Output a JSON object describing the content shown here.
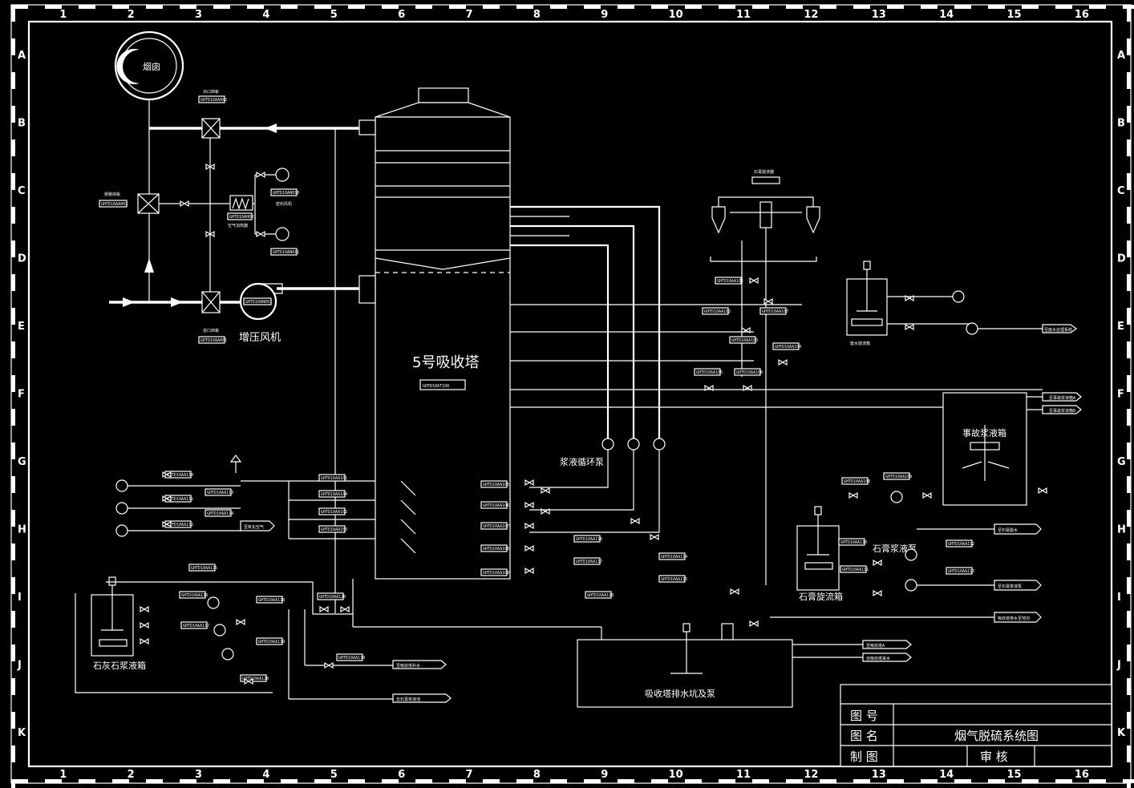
{
  "grid": {
    "columns": [
      "1",
      "2",
      "3",
      "4",
      "5",
      "6",
      "7",
      "8",
      "9",
      "10",
      "11",
      "12",
      "13",
      "14",
      "15",
      "16"
    ],
    "rows": [
      "A",
      "B",
      "C",
      "D",
      "E",
      "F",
      "G",
      "H",
      "I",
      "J",
      "K"
    ]
  },
  "chimney": {
    "label": "烟囱"
  },
  "absorber": {
    "name": "5号吸收塔",
    "tag": "GHTD10AT100"
  },
  "booster_fan": {
    "label": "增压风机",
    "tag": "GHTD10AN001"
  },
  "dampers": {
    "outlet": {
      "label": "出口挡板",
      "tag": "GHTD10AA002"
    },
    "bypass": {
      "label": "旁路挡板",
      "tag": "GHTD10AA003"
    },
    "inlet": {
      "label": "进口挡板",
      "tag": "GHTD10AA001"
    }
  },
  "seal_air": {
    "heater_label": "空气加热器",
    "heater_tag": "GHTD10AH001",
    "fan_label": "密封风机",
    "fan1_tag": "GHTD10AN010",
    "fan2_tag": "GHTD10AN011"
  },
  "labels": {
    "circ_pump": "浆液循环泵",
    "limestone_tank": "石灰石浆液箱",
    "gypsum_tank": "石膏旋流箱",
    "emergency_tank": "事故浆液箱",
    "gypsum_pump": "石膏浆液泵",
    "drain_pit": "吸收塔排水坑及泵",
    "oxidation_air": "至氧化空气",
    "hydrocyclone": "石膏旋流器",
    "waste_tank": "废水旋流箱"
  },
  "tags": [
    "GHTD10AA101",
    "GHTD10AA102",
    "GHTD10AA103",
    "GHTD10AA104",
    "GHTD10AA105",
    "GHTD10AA106",
    "GHTD10AA107",
    "GHTD10AA108",
    "GHTD10AA109",
    "GHTD10AA110",
    "GHTD10AA111",
    "GHTD10AA112",
    "GHTD10AA113",
    "GHTD10AA114",
    "GHTD10AA115",
    "GHTD10AA116",
    "GHTD10AA117",
    "GHTD10AA118",
    "GHTD10AA119",
    "GHTD10AA120"
  ],
  "outlets": [
    "至事故浆液箱A",
    "至事故浆液箱B",
    "至石膏脱水",
    "至石膏浆液泵",
    "吸收塔排水至地沟",
    "至吸收塔A",
    "自吸收塔来水",
    "至废水处理系统",
    "至吸收塔补水",
    "去石膏浆液池"
  ],
  "title_block": {
    "row1_label": "图  号",
    "row2_label": "图  名",
    "row3_label": "制  图",
    "drawing_name": "烟气脱硫系统图",
    "review_label": "审  核"
  },
  "colors": {
    "background": "#000000",
    "line": "#ffffff"
  }
}
